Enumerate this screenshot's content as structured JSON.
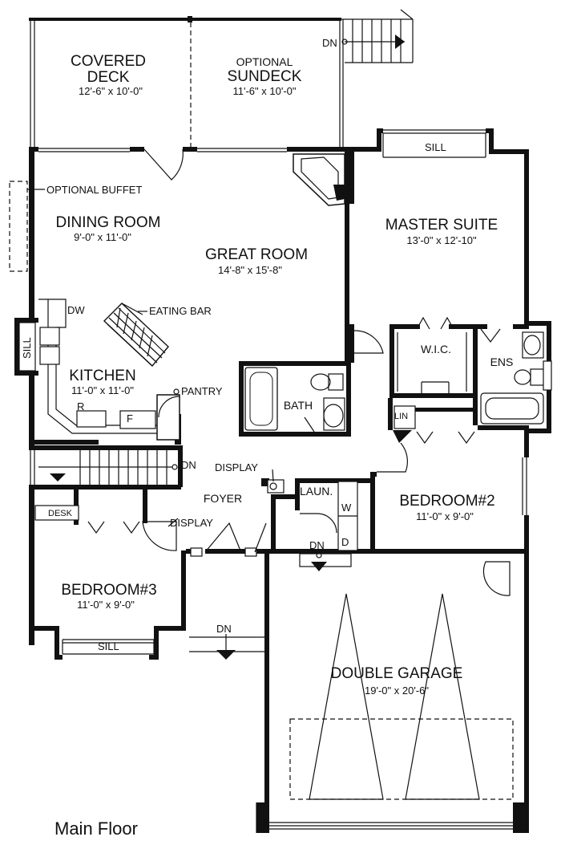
{
  "rooms": {
    "covered_deck": {
      "name_1": "COVERED",
      "name_2": "DECK",
      "dim": "12'-6\" x 10'-0\""
    },
    "sundeck": {
      "prefix": "OPTIONAL",
      "name": "SUNDECK",
      "dim": "11'-6\" x 10'-0\""
    },
    "dining": {
      "name": "DINING ROOM",
      "dim": "9'-0\" x 11'-0\""
    },
    "great": {
      "name": "GREAT ROOM",
      "dim": "14'-8\" x 15'-8\""
    },
    "master": {
      "name": "MASTER SUITE",
      "dim": "13'-0\" x 12'-10\""
    },
    "kitchen": {
      "name": "KITCHEN",
      "dim": "11'-0\" x 11'-0\""
    },
    "bedroom2": {
      "name": "BEDROOM#2",
      "dim": "11'-0\" x 9'-0\""
    },
    "bedroom3": {
      "name": "BEDROOM#3",
      "dim": "11'-0\" x 9'-0\""
    },
    "garage": {
      "name": "DOUBLE GARAGE",
      "dim": "19'-0\" x 20'-6\""
    },
    "foyer": {
      "name": "FOYER"
    },
    "bath": {
      "name": "BATH"
    },
    "wic": {
      "name": "W.I.C."
    },
    "ens": {
      "name": "ENS"
    },
    "laundry": {
      "name": "LAUN."
    }
  },
  "labels": {
    "optional_buffet": "OPTIONAL BUFFET",
    "eating_bar": "EATING BAR",
    "pantry": "PANTRY",
    "display_1": "DISPLAY",
    "display_2": "DISPLAY",
    "dw": "DW",
    "r": "R",
    "f": "F",
    "desk": "DESK",
    "lin": "LIN",
    "w": "W",
    "d": "D",
    "sill_master": "SILL",
    "sill_kitchen": "SILL",
    "sill_bed3": "SILL",
    "dn_deck": "DN",
    "dn_stair": "DN",
    "dn_laundry": "DN",
    "dn_front": "DN"
  },
  "caption": "Main Floor"
}
